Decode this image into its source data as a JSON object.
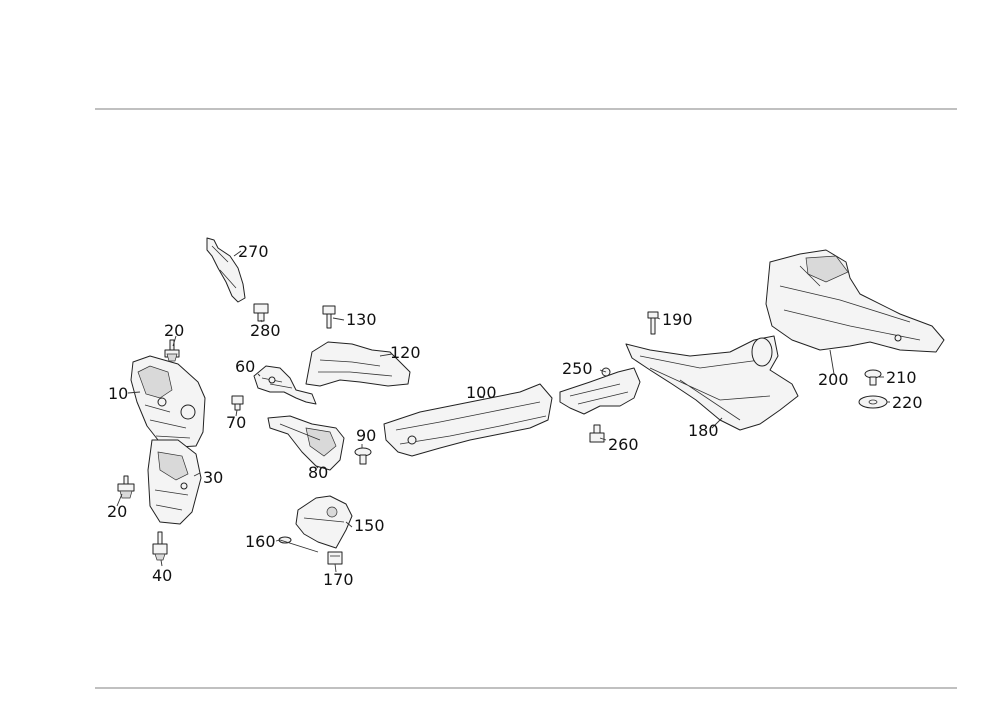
{
  "diagram": {
    "callouts": {
      "c10": "10",
      "c20a": "20",
      "c20b": "20",
      "c30": "30",
      "c40": "40",
      "c60": "60",
      "c70": "70",
      "c80": "80",
      "c90": "90",
      "c100": "100",
      "c120": "120",
      "c130": "130",
      "c150": "150",
      "c160": "160",
      "c170": "170",
      "c180": "180",
      "c190": "190",
      "c200": "200",
      "c210": "210",
      "c220": "220",
      "c250": "250",
      "c260": "260",
      "c270": "270",
      "c280": "280"
    }
  }
}
